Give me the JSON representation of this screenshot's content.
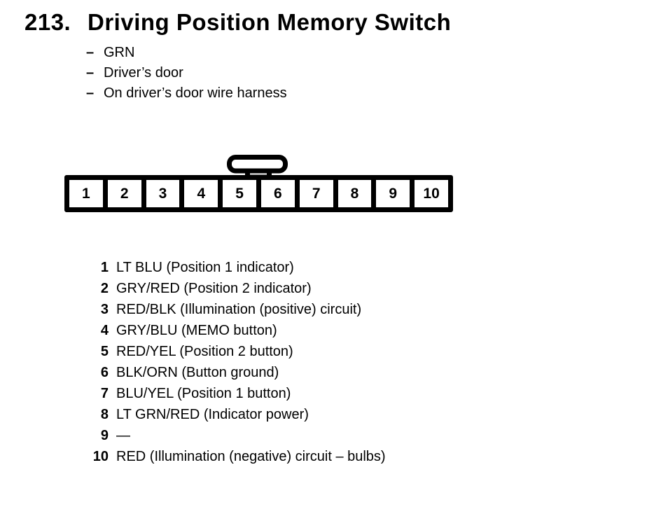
{
  "title": {
    "number": "213.",
    "text": "Driving Position Memory Switch"
  },
  "meta": {
    "dash": "–"
  },
  "attributes": [
    "GRN",
    "Driver’s door",
    "On driver’s door wire harness"
  ],
  "connector": {
    "pins": [
      "1",
      "2",
      "3",
      "4",
      "5",
      "6",
      "7",
      "8",
      "9",
      "10"
    ]
  },
  "pin_list": [
    {
      "pin": "1",
      "desc": "LT BLU (Position 1 indicator)"
    },
    {
      "pin": "2",
      "desc": "GRY/RED (Position 2 indicator)"
    },
    {
      "pin": "3",
      "desc": "RED/BLK (Illumination (positive) circuit)"
    },
    {
      "pin": "4",
      "desc": "GRY/BLU (MEMO button)"
    },
    {
      "pin": "5",
      "desc": "RED/YEL (Position 2 button)"
    },
    {
      "pin": "6",
      "desc": "BLK/ORN (Button ground)"
    },
    {
      "pin": "7",
      "desc": "BLU/YEL (Position 1 button)"
    },
    {
      "pin": "8",
      "desc": "LT GRN/RED (Indicator power)"
    },
    {
      "pin": "9",
      "desc": "—"
    },
    {
      "pin": "10",
      "desc": "RED (Illumination (negative) circuit – bulbs)"
    }
  ]
}
